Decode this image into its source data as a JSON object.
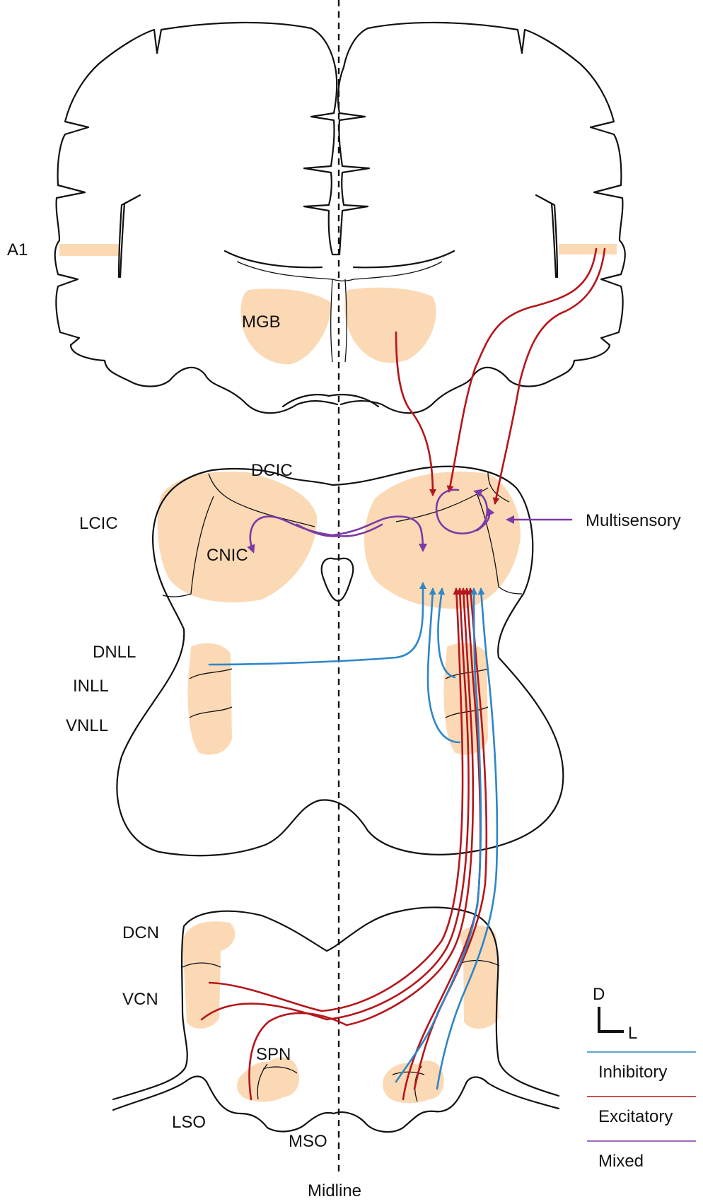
{
  "labels": {
    "a1": "A1",
    "mgb": "MGB",
    "dcic": "DCIC",
    "lcic": "LCIC",
    "cnic": "CNIC",
    "multisensory": "Multisensory",
    "dnll": "DNLL",
    "inll": "INLL",
    "vnll": "VNLL",
    "dcn": "DCN",
    "vcn": "VCN",
    "spn": "SPN",
    "lso": "LSO",
    "mso": "MSO",
    "midline": "Midline"
  },
  "orientation": {
    "dorsal": "D",
    "lateral": "L"
  },
  "legend": [
    {
      "label": "Inhibitory",
      "color": "#2e86c8"
    },
    {
      "label": "Excitatory",
      "color": "#b5161b"
    },
    {
      "label": "Mixed",
      "color": "#7b3aa6"
    }
  ],
  "colors": {
    "nucleus_fill": "#fbd9b5",
    "outline": "#111111",
    "inhibitory": "#2e86c8",
    "excitatory": "#b5161b",
    "mixed": "#7b3aa6"
  }
}
